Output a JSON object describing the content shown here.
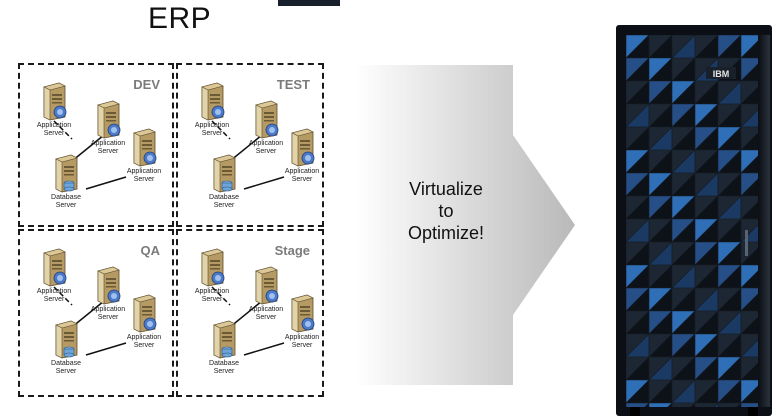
{
  "header": {
    "title": "ERP"
  },
  "environments": [
    {
      "name": "DEV",
      "servers": [
        "Application\nServer",
        "Application\nServer",
        "Application\nServer",
        "Database\nServer"
      ]
    },
    {
      "name": "TEST",
      "servers": [
        "Application\nServer",
        "Application\nServer",
        "Application\nServer",
        "Database\nServer"
      ]
    },
    {
      "name": "QA",
      "servers": [
        "Application\nServer",
        "Application\nServer",
        "Application\nServer",
        "Database\nServer"
      ]
    },
    {
      "name": "Stage",
      "servers": [
        "Application\nServer",
        "Application\nServer",
        "Application\nServer",
        "Database\nServer"
      ]
    }
  ],
  "arrow": {
    "lines": [
      "Virtualize",
      "to",
      "Optimize!"
    ]
  },
  "mainframe": {
    "brand": "IBM",
    "colors": {
      "body": "#141a22",
      "accent": "#2f6fb8"
    }
  }
}
